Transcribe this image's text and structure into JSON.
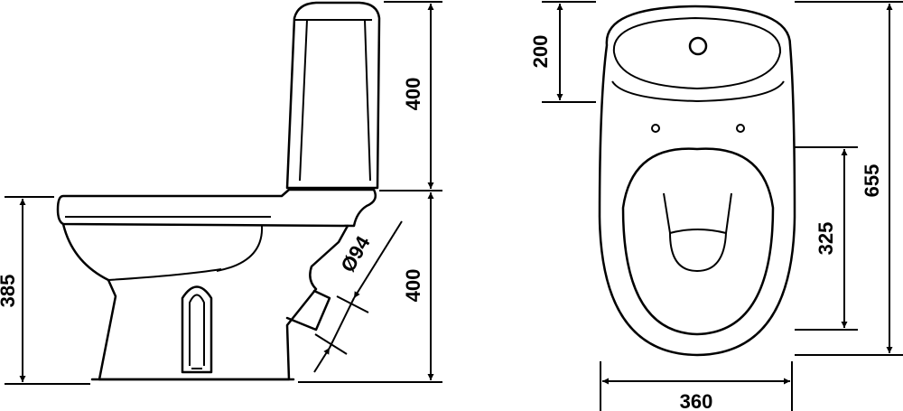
{
  "side_view": {
    "tank_height": "400",
    "bowl_height": "400",
    "seat_height": "385",
    "outlet_diameter": "Ø94"
  },
  "top_view": {
    "tank_depth": "200",
    "total_length": "655",
    "bowl_to_back": "325",
    "width": "360"
  },
  "colors": {
    "line": "#000000",
    "background": "#ffffff"
  }
}
